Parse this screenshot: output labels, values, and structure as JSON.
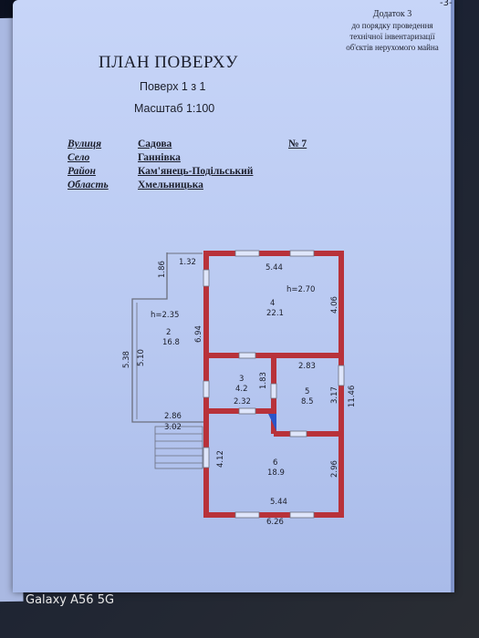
{
  "page_number": "-3-",
  "appendix": {
    "line1": "Додаток 3",
    "line2": "до порядку проведення",
    "line3": "технічної інвентаризації",
    "line4": "об'єктів нерухомого майна"
  },
  "title": "ПЛАН ПОВЕРХУ",
  "floor": "Поверх 1 з 1",
  "scale": "Масштаб 1:100",
  "address": {
    "street_label": "Вулиця",
    "street": "Садова",
    "number": "№ 7",
    "village_label": "Село",
    "village": "Ганнівка",
    "district_label": "Район",
    "district": "Кам'янець-Подільський",
    "region_label": "Область",
    "region": "Хмельницька"
  },
  "plan": {
    "dims": {
      "d132": "1.32",
      "d186": "1.86",
      "d544top": "5.44",
      "d406": "4.06",
      "h270": "h=2.70",
      "h235": "h=2.35",
      "d694": "6.94",
      "d538": "5.38",
      "d510": "5.10",
      "d283": "2.83",
      "d183": "1.83",
      "d232": "2.32",
      "d317": "3.17",
      "d1146": "11.46",
      "d286": "2.86",
      "d302": "3.02",
      "d412": "4.12",
      "d296": "2.96",
      "d544bot": "5.44",
      "d626": "6.26"
    },
    "rooms": [
      {
        "num": "2",
        "area": "16.8"
      },
      {
        "num": "4",
        "area": "22.1"
      },
      {
        "num": "3",
        "area": "4.2"
      },
      {
        "num": "5",
        "area": "8.5"
      },
      {
        "num": "6",
        "area": "18.9"
      }
    ],
    "wall_color": "#b8323a"
  },
  "watermark": "Galaxy A56 5G"
}
